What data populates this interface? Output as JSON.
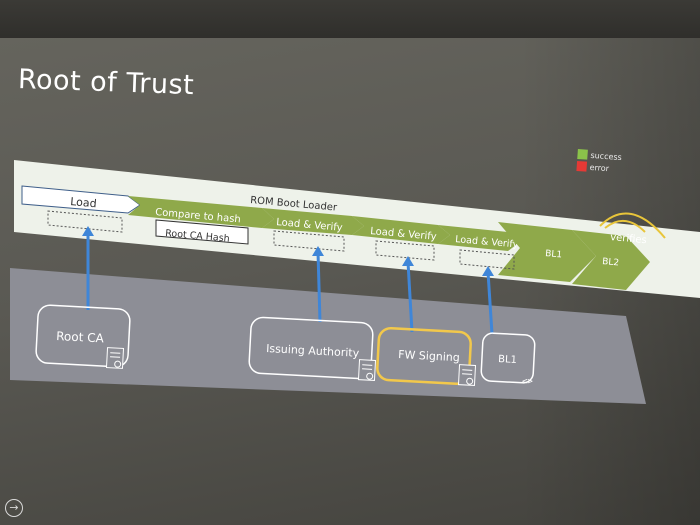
{
  "slide": {
    "title": "Root of Trust",
    "legend": [
      {
        "label": "success",
        "color": "#8bc34a"
      },
      {
        "label": "error",
        "color": "#e53935"
      }
    ],
    "rom_label": "ROM Boot Loader",
    "stages": [
      {
        "label": "Load"
      },
      {
        "label": "Compare to hash",
        "sub": "Root CA  Hash"
      },
      {
        "label": "Load & Verify"
      },
      {
        "label": "Load & Verify"
      },
      {
        "label": "Load & Verify"
      }
    ],
    "bl1": "BL1",
    "bl2": "BL2",
    "verifies": "verifies",
    "boxes": {
      "root_ca": "Root CA",
      "issuing_authority": "Issuing Authority",
      "fw_signing": "FW Signing",
      "bl1": "BL1"
    },
    "nav_icon": "arrow-right-circle-icon"
  }
}
